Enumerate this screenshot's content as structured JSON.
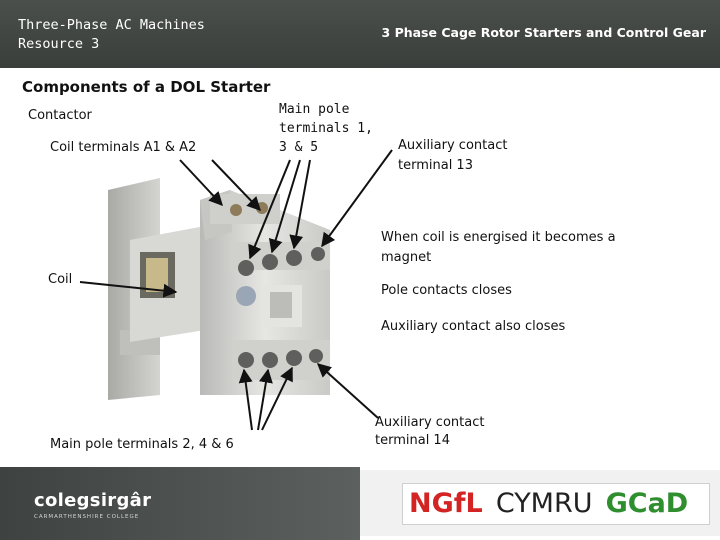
{
  "header": {
    "course_title_line1": "Three-Phase AC Machines",
    "course_title_line2": "Resource 3",
    "unit_title": "3 Phase Cage Rotor Starters and Control Gear"
  },
  "slide": {
    "heading": "Components of a DOL Starter",
    "labels": {
      "contactor": "Contactor",
      "coil_terminals": "Coil terminals A1 & A2",
      "main_pole_line1": "Main pole",
      "main_pole_line2": "terminals 1,",
      "main_pole_line3": "3 & 5",
      "aux13_line1": "Auxiliary contact",
      "aux13_line2": "terminal 13",
      "energised_line1": "When coil is energised it becomes a",
      "energised_line2": "magnet",
      "coil": "Coil",
      "pole_contacts": "Pole contacts closes",
      "aux_closes": "Auxiliary contact also closes",
      "main_pole_bottom": "Main pole terminals 2, 4 & 6",
      "aux14_line1": "Auxiliary contact",
      "aux14_line2": "terminal 14"
    }
  },
  "footer": {
    "college_logo": "colegsirgâr",
    "college_sub": "CARMARTHENSHIRE COLLEGE",
    "ngfl_part1": "NGfL",
    "ngfl_part2": "CYMRU",
    "ngfl_part3": "GCaD",
    "colors": {
      "red": "#d32323",
      "dark": "#222222",
      "green": "#2f8f2f"
    }
  }
}
